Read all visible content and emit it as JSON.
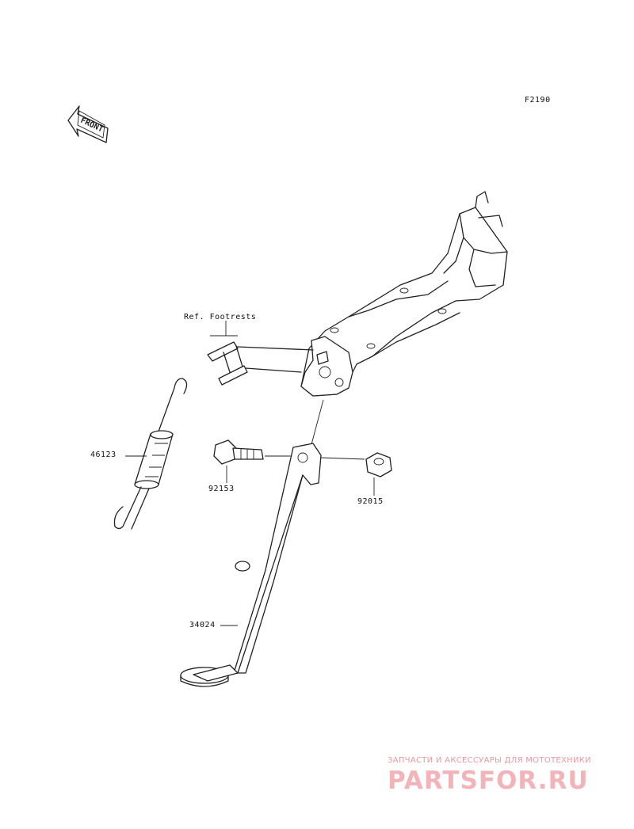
{
  "diagram": {
    "code": "F2190",
    "front_arrow": "FRONT",
    "reference_label": "Ref. Footrests",
    "parts": [
      {
        "number": "46123"
      },
      {
        "number": "92153"
      },
      {
        "number": "92015"
      },
      {
        "number": "34024"
      }
    ]
  },
  "watermark": {
    "tagline": "ЗАПЧАСТИ И АКСЕССУАРЫ ДЛЯ МОТОТЕХНИКИ",
    "brand": "PARTSFOR.RU"
  },
  "colors": {
    "line": "#222222",
    "watermark": "#f2b3b9"
  }
}
